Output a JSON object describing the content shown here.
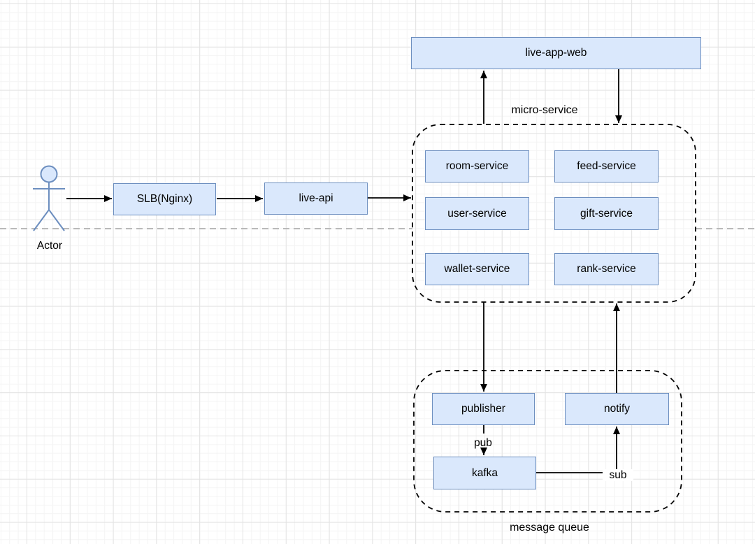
{
  "diagram": {
    "actor_label": "Actor",
    "nodes": {
      "live_app_web": "live-app-web",
      "slb": "SLB(Nginx)",
      "live_api": "live-api",
      "room_service": "room-service",
      "feed_service": "feed-service",
      "user_service": "user-service",
      "gift_service": "gift-service",
      "wallet_service": "wallet-service",
      "rank_service": "rank-service",
      "publisher": "publisher",
      "notify": "notify",
      "kafka": "kafka"
    },
    "groups": {
      "micro_service": "micro-service",
      "message_queue": "message queue"
    },
    "edge_labels": {
      "pub": "pub",
      "sub": "sub"
    },
    "colors": {
      "node_fill": "#dae8fc",
      "node_border": "#6c8ebf",
      "line": "#000000",
      "divider": "#b9b9b9"
    }
  }
}
